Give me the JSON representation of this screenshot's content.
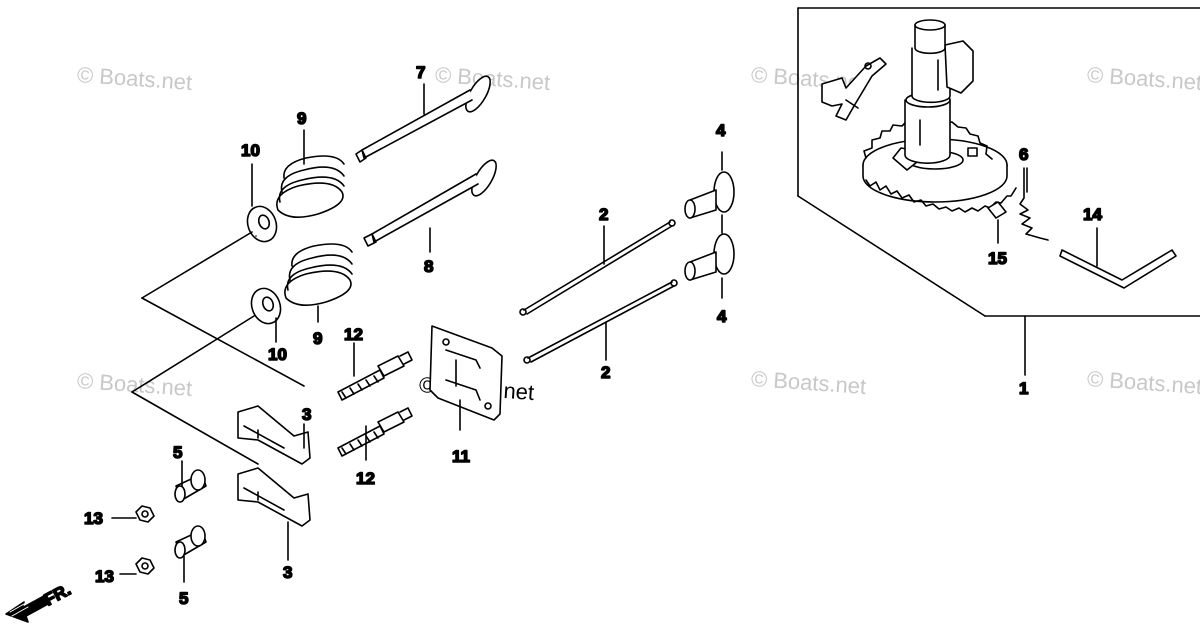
{
  "watermark": {
    "text": "© Boats.net",
    "center_text": "© Boats.net"
  },
  "direction_marker": "FR.",
  "callouts": {
    "c1": "1",
    "c2a": "2",
    "c2b": "2",
    "c3a": "3",
    "c3b": "3",
    "c4a": "4",
    "c4b": "4",
    "c5a": "5",
    "c5b": "5",
    "c6": "6",
    "c7": "7",
    "c8": "8",
    "c9a": "9",
    "c9b": "9",
    "c10a": "10",
    "c10b": "10",
    "c11": "11",
    "c12a": "12",
    "c12b": "12",
    "c13a": "13",
    "c13b": "13",
    "c14": "14",
    "c15": "15"
  },
  "colors": {
    "line": "#000000",
    "watermark": "#c8c8c8",
    "background": "#ffffff"
  }
}
